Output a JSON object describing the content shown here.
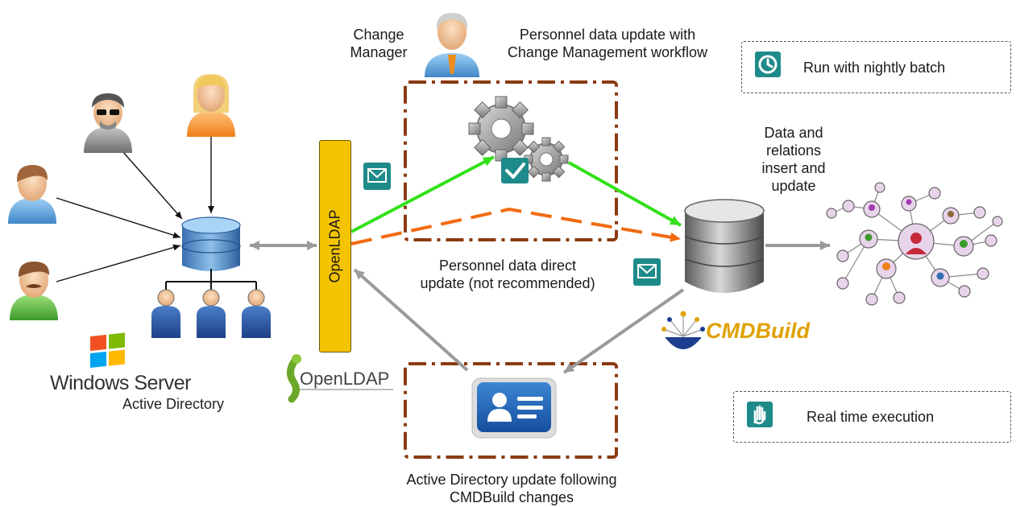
{
  "labels": {
    "change_manager": [
      "Change",
      "Manager"
    ],
    "workflow_title": [
      "Personnel data update with",
      "Change Management workflow"
    ],
    "data_relations": [
      "Data and",
      "relations",
      "insert and",
      "update"
    ],
    "direct_update": [
      "Personnel data direct",
      "update (not recommended)"
    ],
    "ad_update": [
      "Active Directory update following",
      "CMDBuild changes"
    ],
    "openldap_bar": "OpenLDAP",
    "openldap_logo": "OpenLDAP",
    "windows_server": "Windows Server",
    "active_directory": "Active Directory",
    "cmdbuild_logo": "CMDBuild"
  },
  "legend": [
    {
      "label": "Run with nightly batch",
      "icon": "clock-icon"
    },
    {
      "label": "Real time execution",
      "icon": "hand-icon"
    }
  ],
  "colors": {
    "workflow_arrow": "#33e01a",
    "direct_arrow": "#f26a10",
    "sync_arrow": "#9a9a9a",
    "dashed_box": "#8b3a12",
    "openldap_bar": "#f5c400",
    "accent_teal": "#1f8a8a",
    "cmdbuild_text": "#e0a100"
  }
}
